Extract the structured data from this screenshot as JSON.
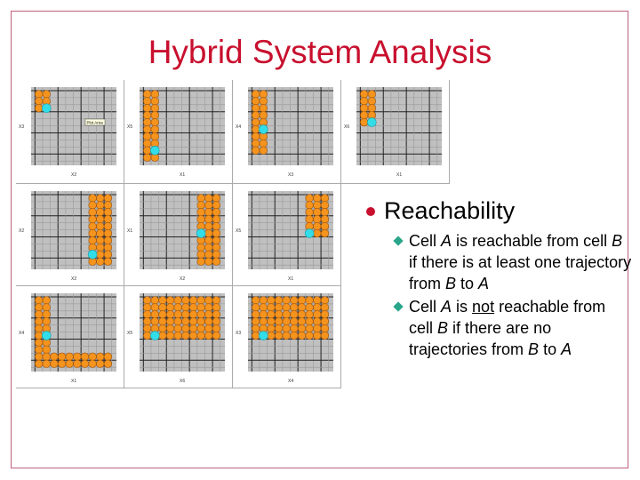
{
  "title": "Hybrid System Analysis",
  "colors": {
    "title": "#c8102e",
    "border": "#c0607a",
    "reachable": "#f4941e",
    "initial": "#33dde8",
    "plot_bg": "#c0c0c0",
    "bullet_main": "#c8102e",
    "bullet_sub": "#2aa58a"
  },
  "plots": [
    {
      "ylabel": "X3",
      "xlabel": "X2",
      "tooltip": "Plot Area",
      "reachable_cells": {
        "cols": [
          0,
          1
        ],
        "rows": [
          0,
          1,
          2
        ]
      },
      "initial_cell": [
        1,
        2
      ]
    },
    {
      "ylabel": "X5",
      "xlabel": "X1",
      "reachable_cells": {
        "cols": [
          0,
          1
        ],
        "rows": [
          0,
          1,
          2,
          3,
          4,
          5,
          6,
          7,
          8,
          9
        ]
      },
      "initial_cell": [
        1,
        8
      ]
    },
    {
      "ylabel": "X4",
      "xlabel": "X3",
      "reachable_cells": {
        "cols": [
          0,
          1
        ],
        "rows": [
          0,
          1,
          2,
          3,
          4,
          5,
          6,
          7,
          8
        ]
      },
      "initial_cell": [
        1,
        5
      ]
    },
    {
      "ylabel": "X6",
      "xlabel": "X1",
      "reachable_cells": {
        "cols": [
          0,
          1
        ],
        "rows": [
          0,
          1,
          2,
          3,
          4
        ]
      },
      "initial_cell": [
        1,
        4
      ]
    },
    {
      "ylabel": "X2",
      "xlabel": "X2",
      "reachable_cells": {
        "cols": [
          7,
          8,
          9
        ],
        "rows": [
          0,
          1,
          2,
          3,
          4,
          5,
          6,
          7,
          8,
          9
        ]
      },
      "initial_cell": [
        7,
        8
      ]
    },
    {
      "ylabel": "X1",
      "xlabel": "X2",
      "reachable_cells": {
        "cols": [
          7,
          8,
          9
        ],
        "rows": [
          0,
          1,
          2,
          3,
          4,
          5,
          6,
          7,
          8,
          9
        ]
      },
      "initial_cell": [
        7,
        5
      ]
    },
    {
      "ylabel": "X5",
      "xlabel": "X1",
      "reachable_cells": {
        "cols": [
          7,
          8,
          9
        ],
        "rows": [
          0,
          1,
          2,
          3,
          4,
          5
        ]
      },
      "initial_cell": [
        7,
        5
      ]
    },
    {
      "ylabel": "X4",
      "xlabel": "X1",
      "reachable_cells": {
        "cols": [
          0,
          1
        ],
        "rows": [
          0,
          1,
          2,
          3,
          4,
          5,
          6,
          7,
          8,
          9
        ],
        "extra_rows": [
          8,
          9
        ]
      },
      "initial_cell": [
        1,
        5
      ]
    },
    {
      "ylabel": "X5",
      "xlabel": "X6",
      "reachable_cells": {
        "cols": [
          0,
          1,
          2,
          3,
          4,
          5,
          6,
          7,
          8,
          9
        ],
        "rows": [
          0,
          1,
          2,
          3,
          4,
          5
        ]
      },
      "initial_cell": [
        1,
        5
      ]
    },
    {
      "ylabel": "X3",
      "xlabel": "X4",
      "reachable_cells": {
        "cols": [
          0,
          1,
          2,
          3,
          4,
          5,
          6,
          7,
          8,
          9
        ],
        "rows": [
          0,
          1,
          2,
          3,
          4,
          5
        ]
      },
      "initial_cell": [
        1,
        5
      ]
    }
  ],
  "bullets": {
    "heading": "Reachability",
    "items": [
      {
        "p1": "Cell ",
        "a": "A",
        "p2": " is reachable from cell ",
        "b": "B",
        "p3": " if there is at least one trajectory from ",
        "b2": "B",
        "p4": " to ",
        "a2": "A"
      },
      {
        "p1": "Cell ",
        "a": "A",
        "p2": " is ",
        "u": "not",
        "p3": " reachable from cell ",
        "b": "B",
        "p4": " if there are no trajectories from ",
        "b2": "B",
        "p5": " to ",
        "a2": "A"
      }
    ]
  }
}
